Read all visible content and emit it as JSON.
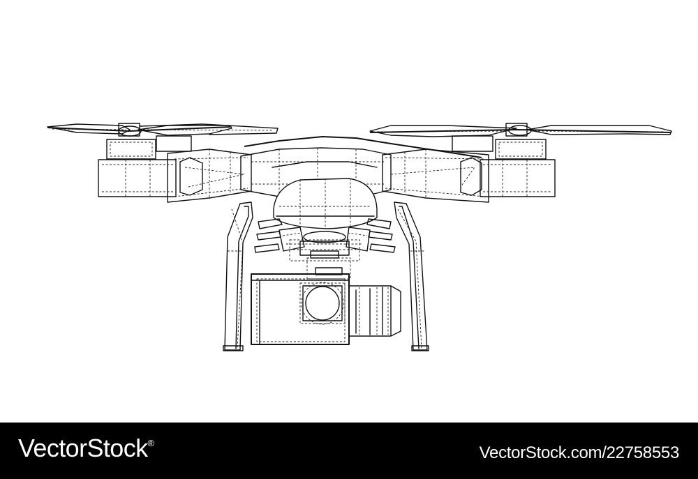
{
  "illustration": {
    "subject": "drone-wireframe",
    "line_color": "#111111",
    "background": "#ffffff"
  },
  "footer": {
    "brand": "VectorStock",
    "brand_mark": "®",
    "image_ref": "VectorStock.com/22758553",
    "background": "#000000",
    "text_color": "#ffffff"
  }
}
